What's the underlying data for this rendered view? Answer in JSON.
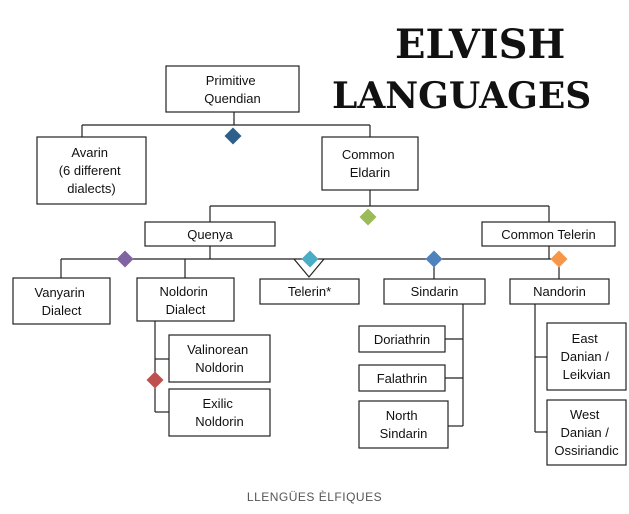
{
  "logo": {
    "line1": "ELVISH",
    "line2": "LANGUAGES"
  },
  "caption": "LLENGÜES ÈLFIQUES",
  "nodes": {
    "primitive_quendian": [
      "Primitive",
      "Quendian"
    ],
    "avarin": [
      "Avarin",
      "(6 different",
      "dialects)"
    ],
    "common_eldarin": [
      "Common",
      "Eldarin"
    ],
    "quenya": [
      "Quenya"
    ],
    "common_telerin": [
      "Common Telerin"
    ],
    "vanyarin": [
      "Vanyarin",
      "Dialect"
    ],
    "noldorin": [
      "Noldorin",
      "Dialect"
    ],
    "telerin": [
      "Telerin*"
    ],
    "sindarin": [
      "Sindarin"
    ],
    "nandorin": [
      "Nandorin"
    ],
    "valinorean": [
      "Valinorean",
      "Noldorin"
    ],
    "exilic": [
      "Exilic",
      "Noldorin"
    ],
    "doriathrin": [
      "Doriathrin"
    ],
    "falathrin": [
      "Falathrin"
    ],
    "north_sindarin": [
      "North",
      "Sindarin"
    ],
    "east_danian": [
      "East",
      "Danian /",
      "Leikvian"
    ],
    "west_danian": [
      "West",
      "Danian /",
      "Ossiriandic"
    ]
  },
  "marker_colors": {
    "blue": "#2e5f8a",
    "green": "#9bbb59",
    "purple": "#8064a2",
    "teal": "#4bacc6",
    "light_blue": "#4f81bd",
    "orange": "#f79646",
    "red": "#c0504d"
  }
}
